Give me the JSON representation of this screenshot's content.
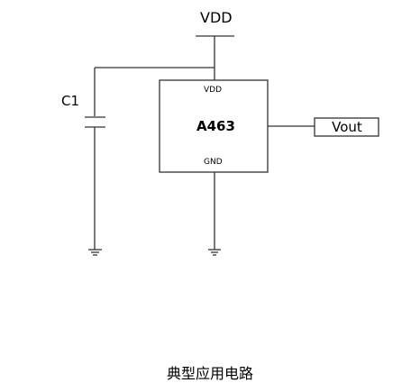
{
  "diagram": {
    "supply_label": "VDD",
    "capacitor_label": "C1",
    "chip": {
      "name": "A463",
      "pin_vdd": "VDD",
      "pin_gnd": "GND"
    },
    "output_label": "Vout",
    "caption": "典型应用电路"
  },
  "colors": {
    "line": "#333333",
    "text": "#000000",
    "background": "#ffffff"
  }
}
